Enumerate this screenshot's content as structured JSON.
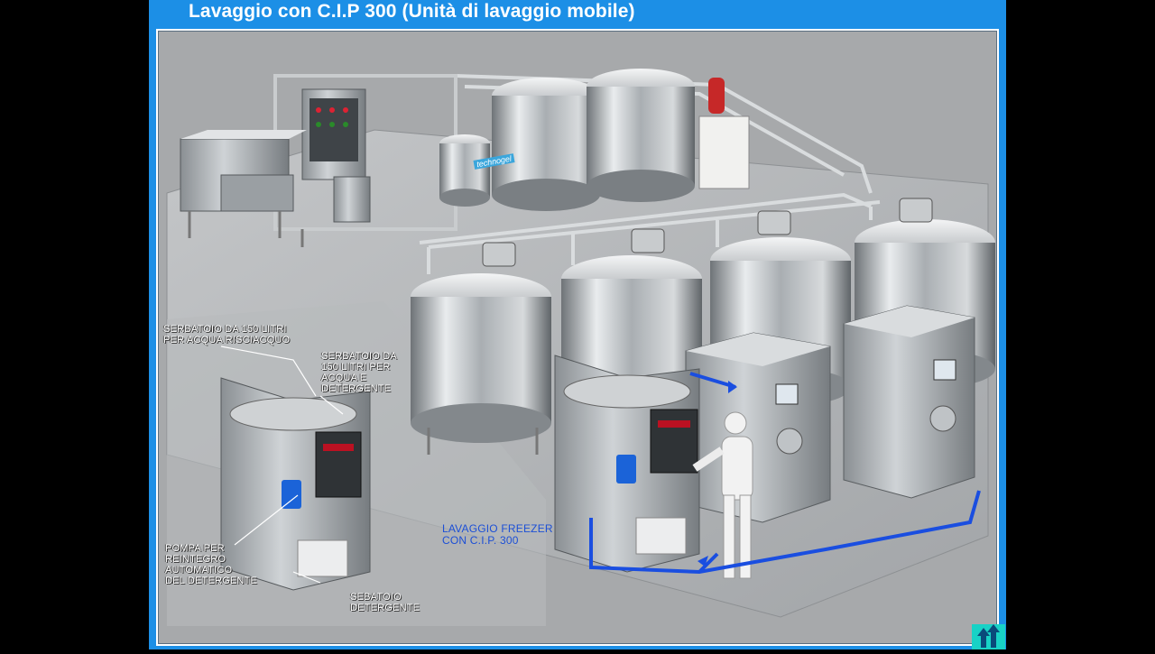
{
  "slide": {
    "title": "Lavaggio con C.I.P 300 (Unità di lavaggio mobile)"
  },
  "labels": {
    "serbatoio_risciacquo": "SERBATOIO DA 150 LITRI\nPER ACQUA RISCIACQUO",
    "serbatoio_detergente": "SERBATOIO DA\n150 LITRI PER\nACQUA E\nDETERGENTE",
    "pompa": "POMPA PER\nREINTEGRO\nAUTOMATICO\nDEL DETERGENTE",
    "sebatoio_detergente": "SEBATOIO\nDETERGENTE",
    "lavaggio_freezer": "LAVAGGIO FREEZER\nCON C.I.P. 300"
  },
  "brand": {
    "logo_text": "technogel"
  },
  "navigation": {
    "next_icon": "arrow-up-icon"
  },
  "colors": {
    "slide_background": "#1c8fe6",
    "diagram_background": "#a7a9ab",
    "cip_line": "#1a4ee0",
    "nav_button": "#18d2c6"
  }
}
